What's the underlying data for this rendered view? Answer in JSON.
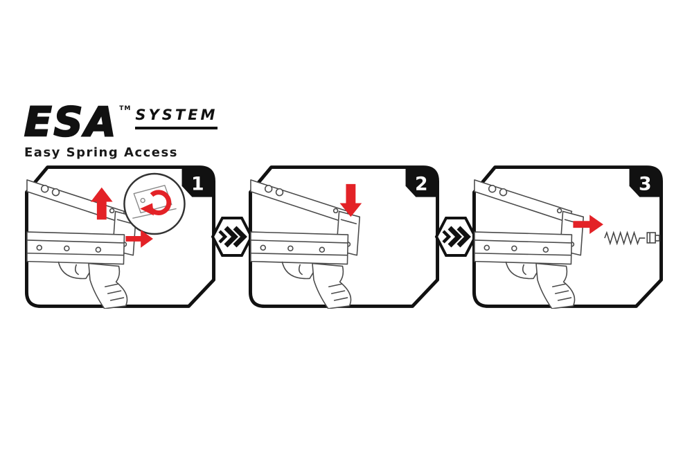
{
  "logo": {
    "brand": "ESA",
    "trademark": "TM",
    "system_label": "SYSTEM",
    "tagline": "Easy Spring Access"
  },
  "steps": [
    {
      "number": "1",
      "icons": [
        "arrow-up",
        "arrow-right",
        "rotate-clockwise",
        "magnified-detail-circle"
      ]
    },
    {
      "number": "2",
      "icons": [
        "arrow-down"
      ]
    },
    {
      "number": "3",
      "icons": [
        "arrow-right",
        "spring"
      ]
    }
  ],
  "connector_icon": "triple-chevron-right",
  "colors": {
    "accent_red": "#E32227",
    "ink_black": "#111111",
    "line_gray": "#4A4A4A"
  }
}
